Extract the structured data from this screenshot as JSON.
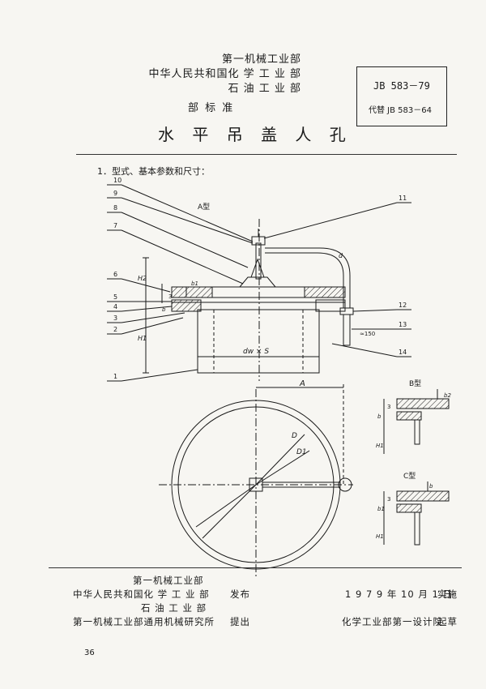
{
  "header": {
    "org1": "第一机械工业部",
    "org2": "中华人民共和国化 学 工 业 部",
    "org3": "石 油 工 业 部",
    "dept_std": "部  标  准",
    "standard_no": "JB 583－79",
    "replaces": "代替 JB 583－64"
  },
  "title": "水 平 吊 盖 人 孔",
  "section": "1．型式、基本参数和尺寸：",
  "drawing": {
    "type_a": "A型",
    "type_b": "B型",
    "type_c": "C型",
    "callouts": [
      "1",
      "2",
      "3",
      "4",
      "5",
      "6",
      "7",
      "8",
      "9",
      "10",
      "11",
      "12",
      "13",
      "14"
    ],
    "dim_d": "d",
    "dim_dw_s": "dw × S",
    "dim_A": "A",
    "dim_D": "D",
    "dim_D1": "D1",
    "dim_H1": "H1",
    "dim_H2": "H2",
    "dim_b": "b",
    "dim_b1": "b1",
    "dim_b2": "b2",
    "dim_3": "3",
    "dim_150": "≈150"
  },
  "footer": {
    "left1": "第一机械工业部",
    "left2": "中华人民共和国化 学 工 业 部",
    "left2_suffix": "发布",
    "left3": "石 油 工 业 部",
    "left4": "第一机械工业部通用机械研究所",
    "left4_suffix": "提出",
    "date": "1 9 7 9 年 10 月 1 日",
    "date_suffix": "实施",
    "drafter": "化学工业部第一设计院",
    "drafter_suffix": "起草"
  },
  "page_number": "36"
}
